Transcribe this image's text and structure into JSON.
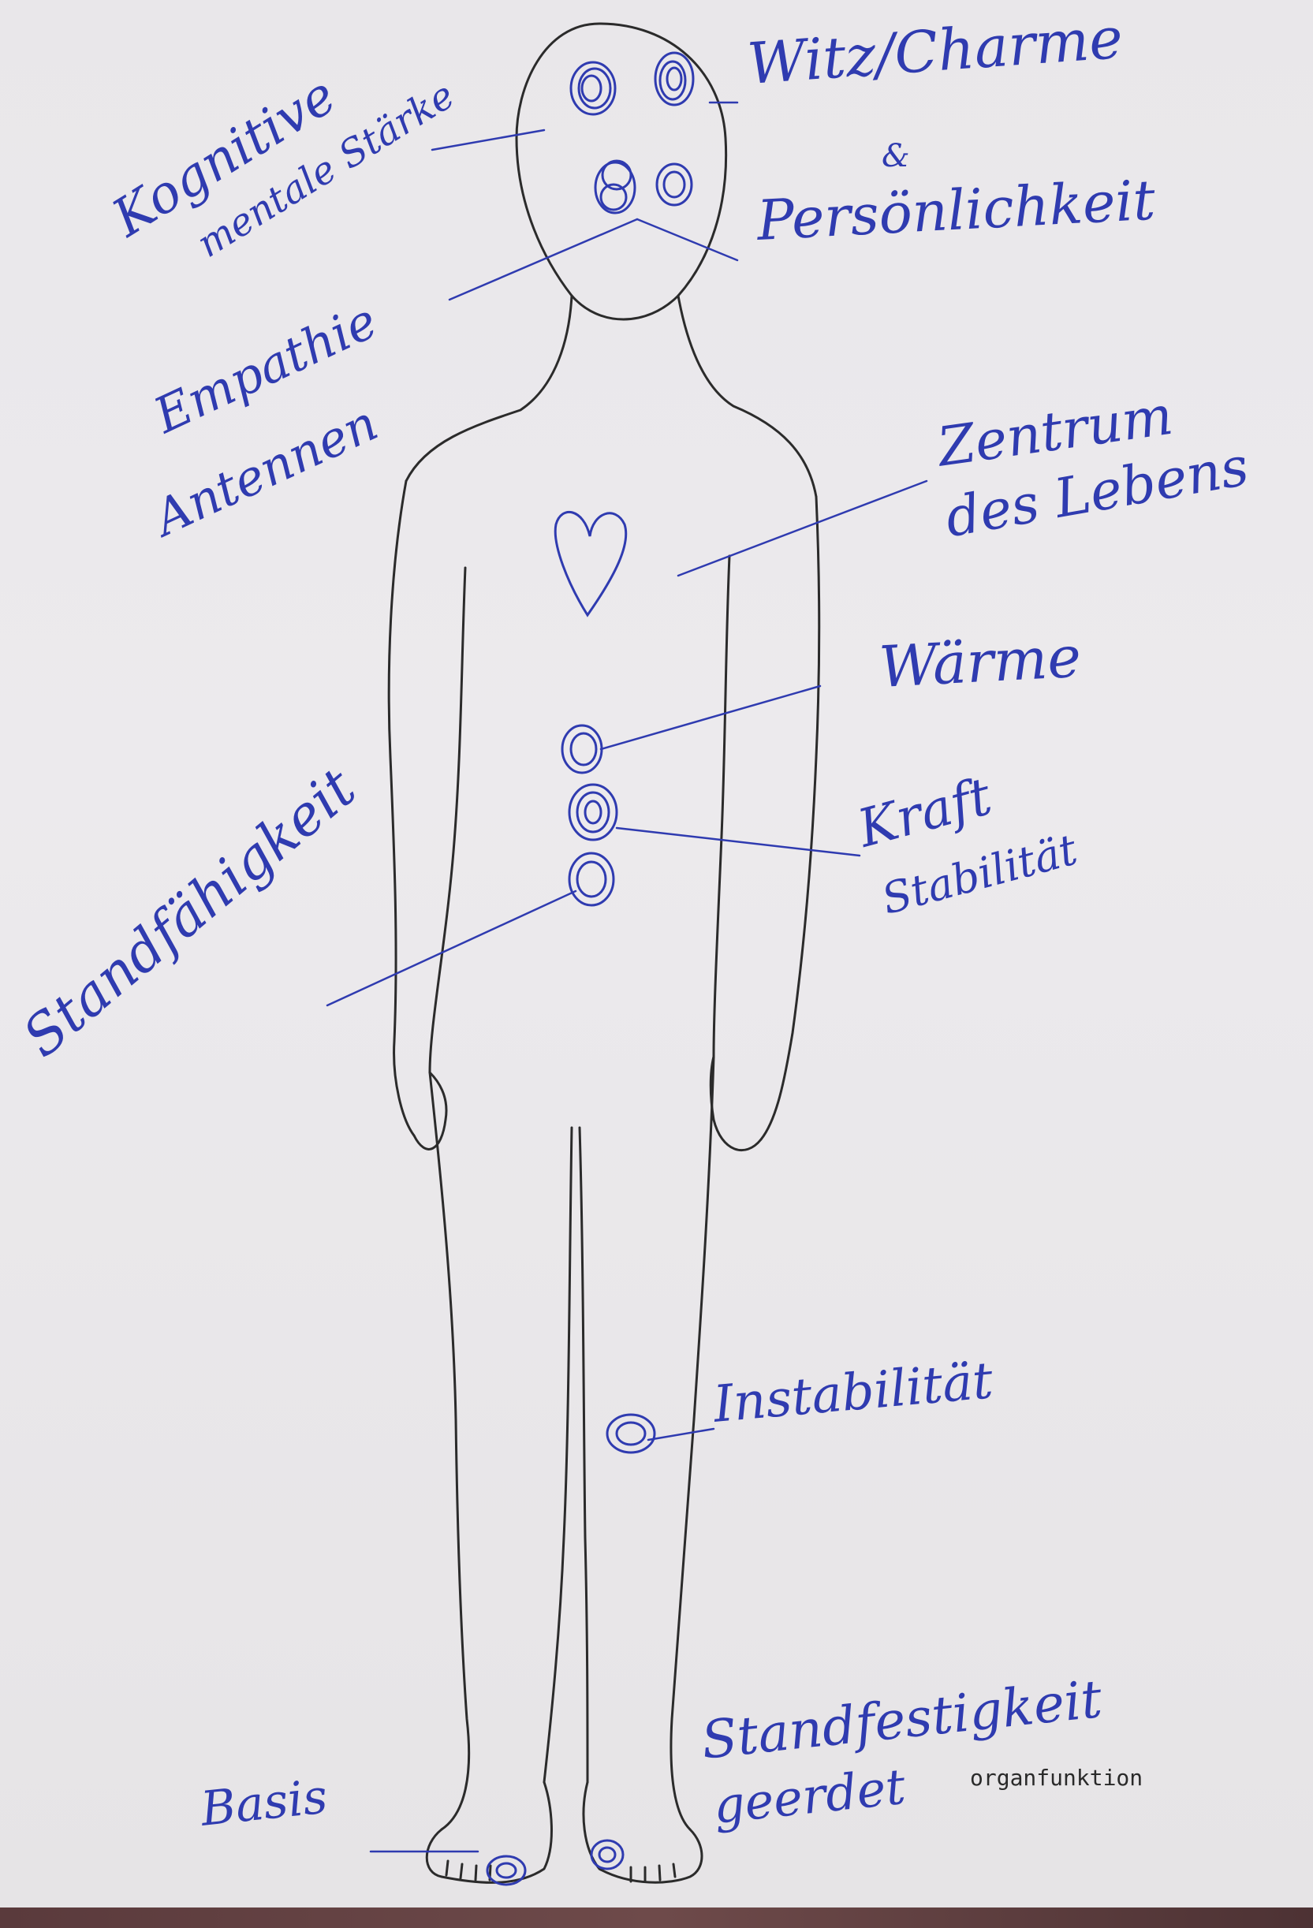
{
  "labels": {
    "witz_charme": "Witz/Charme",
    "und": "&",
    "persoenlichkeit": "Persönlichkeit",
    "kognitive": "Kognitive",
    "mentale_staerke": "mentale Stärke",
    "empathie": "Empathie",
    "antennen": "Antennen",
    "zentrum": "Zentrum",
    "des_lebens": "des Lebens",
    "waerme": "Wärme",
    "kraft": "Kraft",
    "stabilitaet": "Stabilität",
    "standhaftigkeit": "Standfähigkeit",
    "unstabilitaet": "Instabilität",
    "standfestigkeit": "Standfestigkeit",
    "geerdet": "geerdet",
    "basis": "Basis"
  },
  "stamp": "organfunktion",
  "colors": {
    "ink": "#2f3bb0",
    "pencil": "#2b2b2b",
    "paper": "#eceaed"
  }
}
